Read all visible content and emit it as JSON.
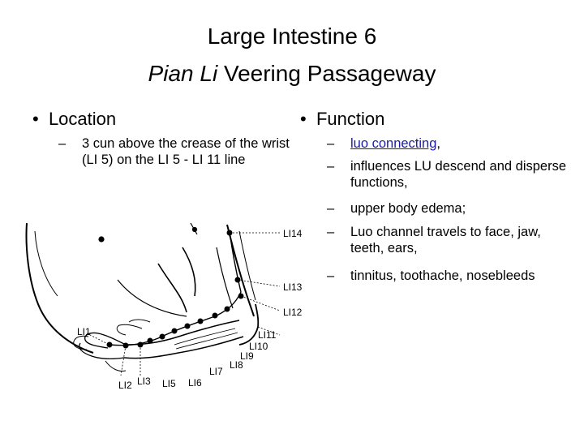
{
  "title": {
    "line1": "Large Intestine 6",
    "name_italic": "Pian Li",
    "name_rest": " Veering Passageway"
  },
  "location": {
    "heading": "Location",
    "items": [
      "3 cun above the crease of the wrist (LI 5) on the LI 5 - LI 11 line"
    ]
  },
  "function": {
    "heading": "Function",
    "link_text": "luo connecting",
    "link_suffix": ",",
    "items": [
      "influences LU descend and disperse functions,",
      "upper body edema;",
      "Luo channel travels to face, jaw, teeth, ears,",
      "tinnitus, toothache, nosebleeds"
    ]
  },
  "figure": {
    "labels": {
      "li14": "LI14",
      "li13": "LI13",
      "li12": "LI12",
      "li11": "LI11",
      "li10": "LI10",
      "li9": "LI9",
      "li8": "LI8",
      "li7": "LI7",
      "li6": "LI6",
      "li5": "LI5",
      "li3": "LI3",
      "li2": "LI2",
      "li1": "LI1"
    }
  }
}
